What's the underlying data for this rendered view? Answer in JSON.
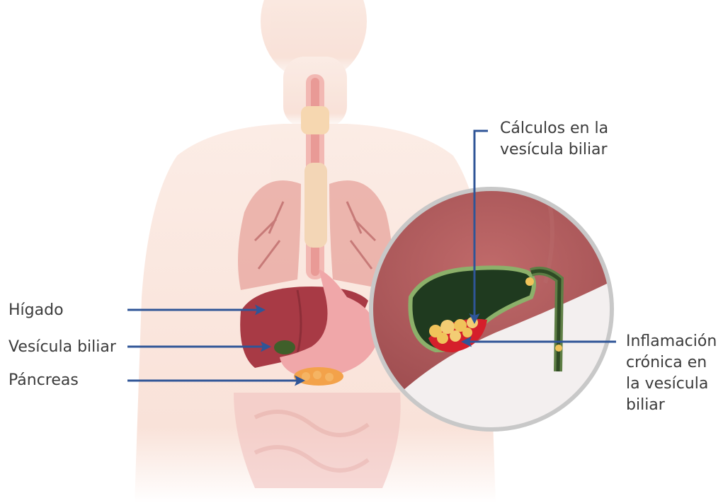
{
  "labels": {
    "liver": "Hígado",
    "gallbladder": "Vesícula biliar",
    "pancreas": "Páncreas",
    "gallstones": [
      "Cálculos en la",
      "vesícula biliar"
    ],
    "inflammation": [
      "Inflamación",
      "crónica en",
      "la vesícula",
      "biliar"
    ]
  },
  "colors": {
    "arrow": "#2f5597",
    "label_text": "#3b3b3b",
    "body_skin": "#f9e3d9",
    "liver": "#a83a45",
    "gallbladder": "#3f5f2a",
    "stones": "#f0c35a",
    "pancreas": "#f3a24a",
    "lens_border": "#c8c8c8",
    "inflammation": "#d51f2b"
  },
  "icons": {
    "arrows": "arrow-right-icon"
  }
}
